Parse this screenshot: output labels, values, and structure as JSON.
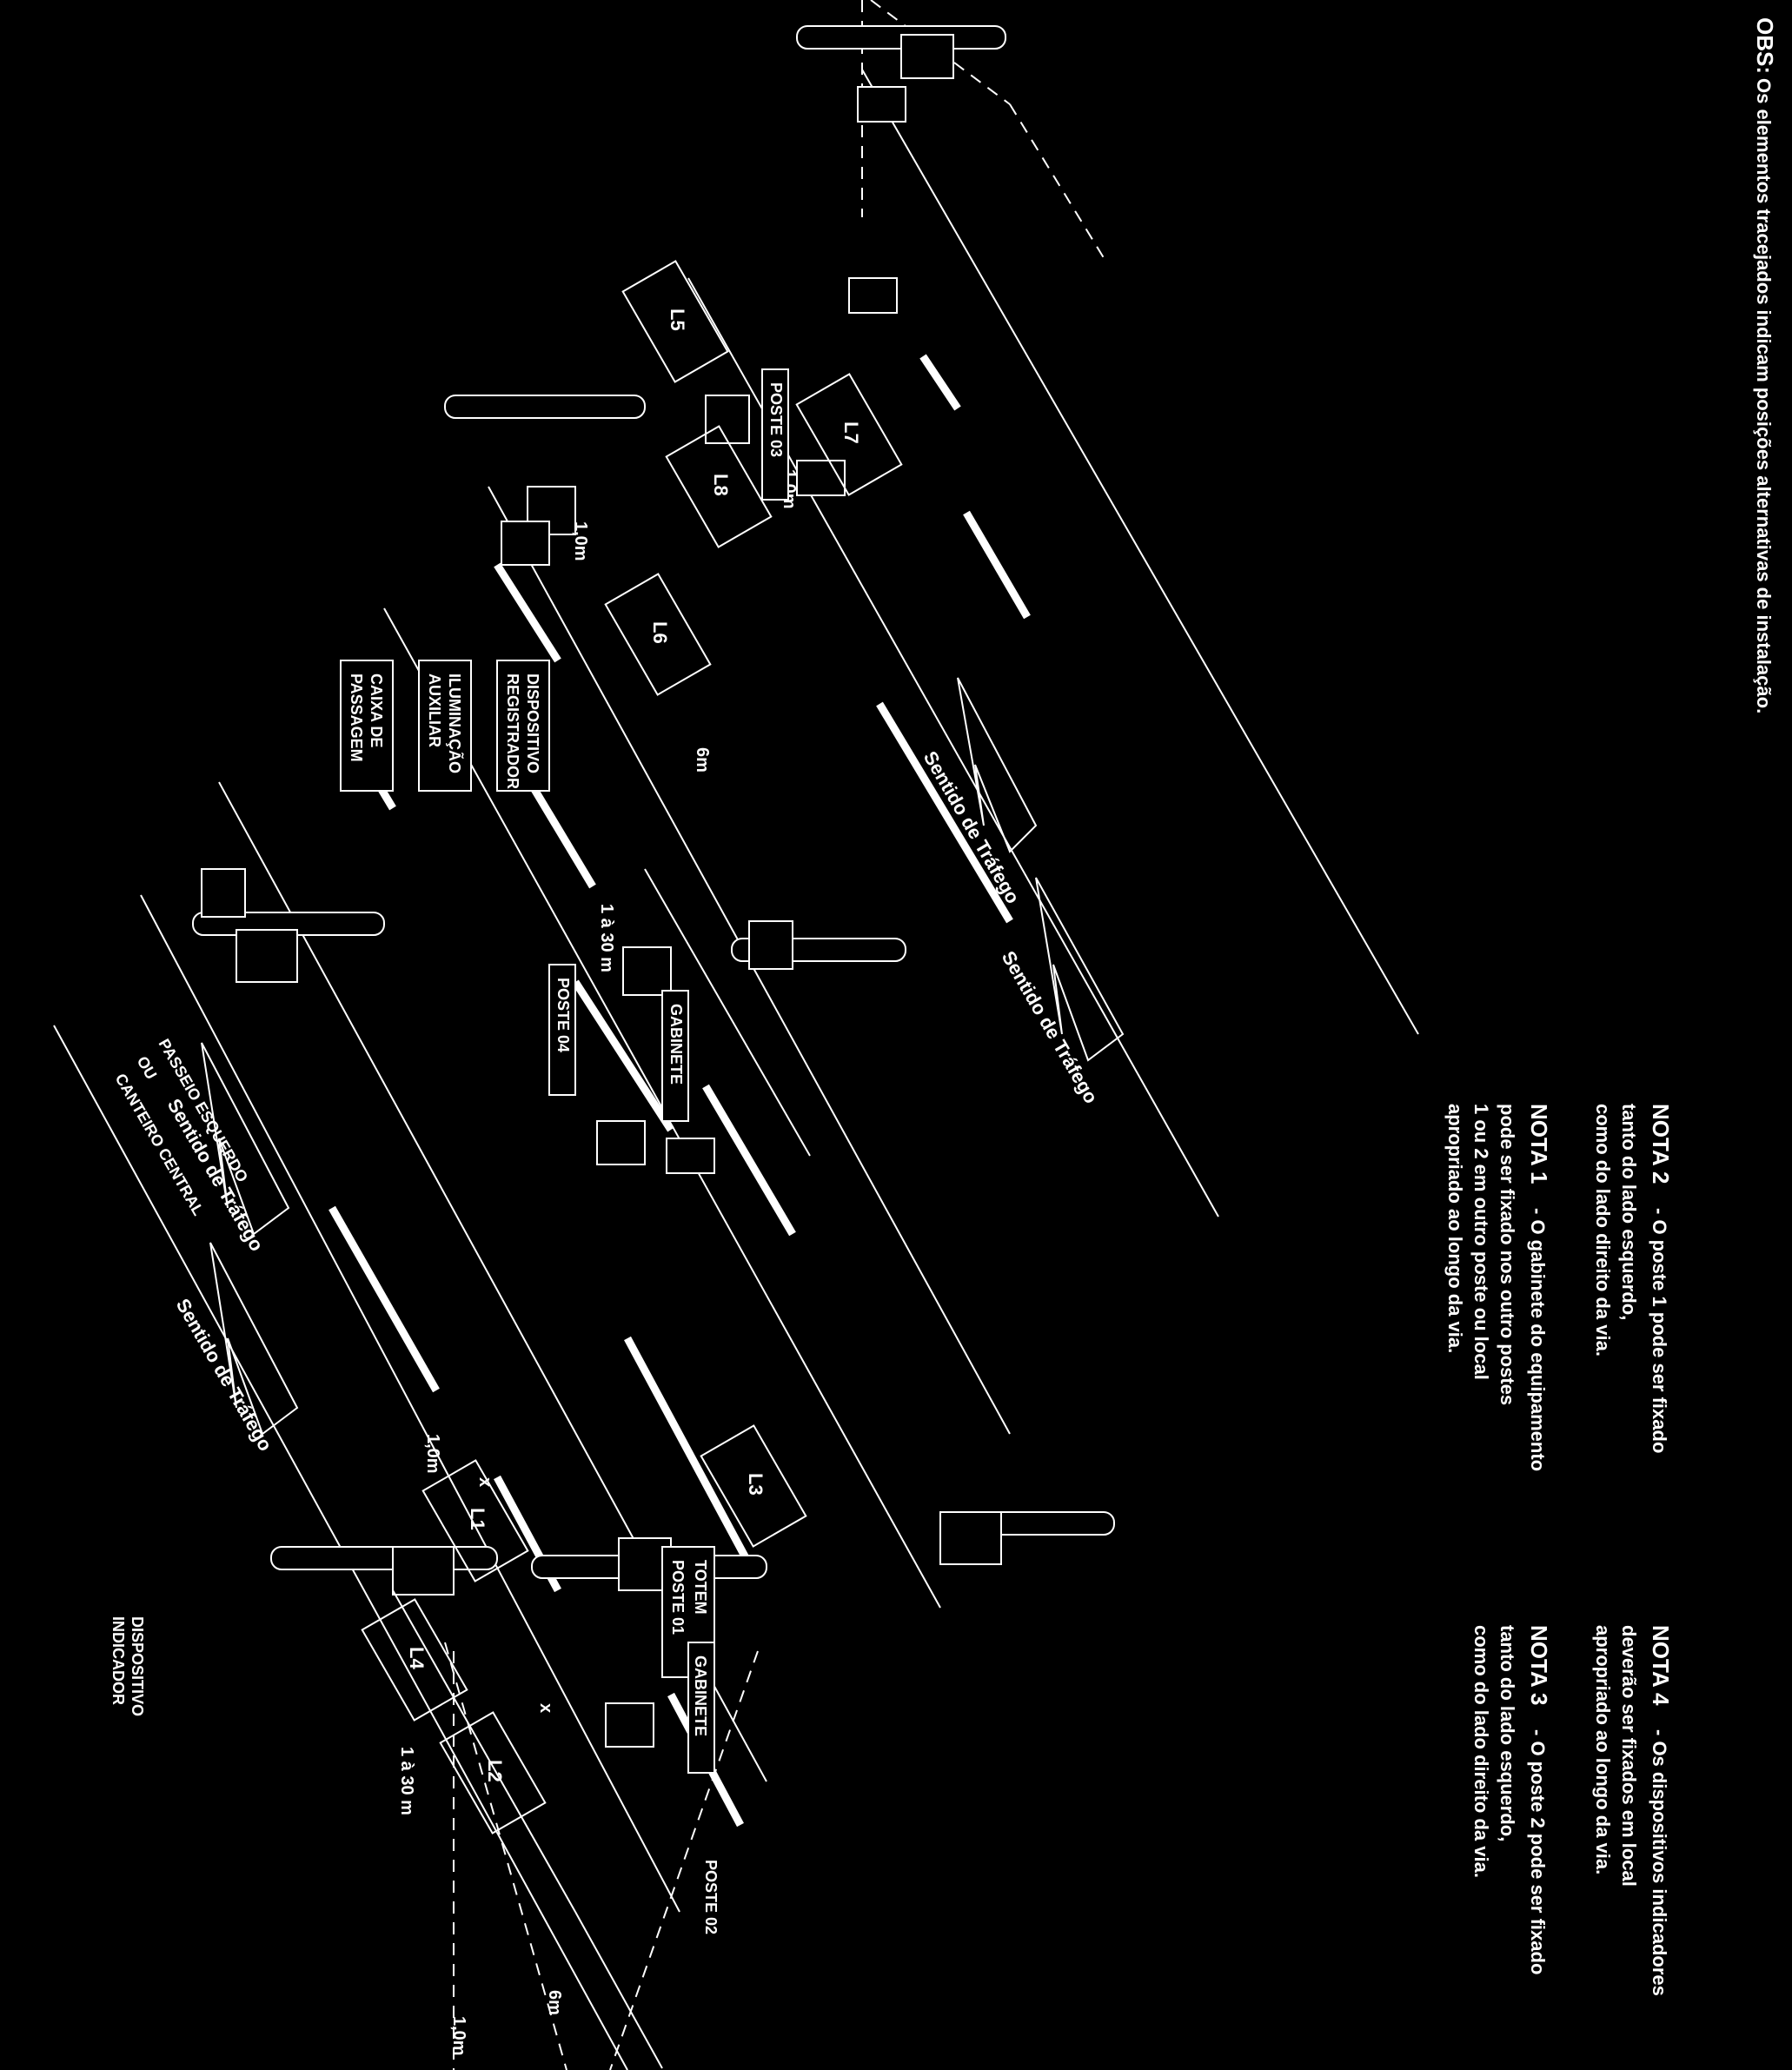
{
  "labels": {
    "passeio": "PASSEIO ESQUERDO",
    "ou": "OU",
    "canteiro": "CANTEIRO CENTRAL",
    "sentido": "Sentido de Tráfego",
    "gabinete": "GABINETE",
    "poste01": "POSTE 01",
    "poste02": "POSTE 02",
    "poste03": "POSTE 03",
    "poste04": "POSTE 04",
    "totem": "TOTEM",
    "disp_registrador_1": "DISPOSITIVO",
    "disp_registrador_2": "REGISTRADOR",
    "iluminacao_1": "ILUMINAÇÃO",
    "iluminacao_2": "AUXILIAR",
    "caixa_1": "CAIXA DE",
    "caixa_2": "PASSAGEM",
    "disp_indicador_1": "DISPOSITIVO",
    "disp_indicador_2": "INDICADOR"
  },
  "lanes": [
    "L1",
    "L2",
    "L3",
    "L4",
    "L5",
    "L6",
    "L7",
    "L8"
  ],
  "dimensions": {
    "spacing": "1,0m",
    "x": "x",
    "six": "6m",
    "long": "1 à 30 m"
  },
  "notes": {
    "nota1_title": "NOTA 1",
    "nota1_line1": "- O gabinete do equipamento",
    "nota1_line2": "pode ser fixado nos outro postes",
    "nota1_line3": "1 ou 2 em outro poste ou local",
    "nota1_line4": "apropriado ao longo da via.",
    "nota2_title": "NOTA 2",
    "nota2_line1": "- O poste 1 pode ser fixado",
    "nota2_line2": "tanto do lado esquerdo,",
    "nota2_line3": "como do lado direito da via.",
    "nota3_title": "NOTA 3",
    "nota3_line1": "- O poste 2 pode ser fixado",
    "nota3_line2": "tanto do lado esquerdo,",
    "nota3_line3": "como do lado direito da via.",
    "nota4_title": "NOTA 4",
    "nota4_line1": "- Os dispositivos indicadores",
    "nota4_line2": "deverão ser fixados em local",
    "nota4_line3": "apropriado ao longo da via.",
    "obs_title": "OBS:",
    "obs_text": "Os elementos tracejados indicam posições alternativas de instalação."
  }
}
